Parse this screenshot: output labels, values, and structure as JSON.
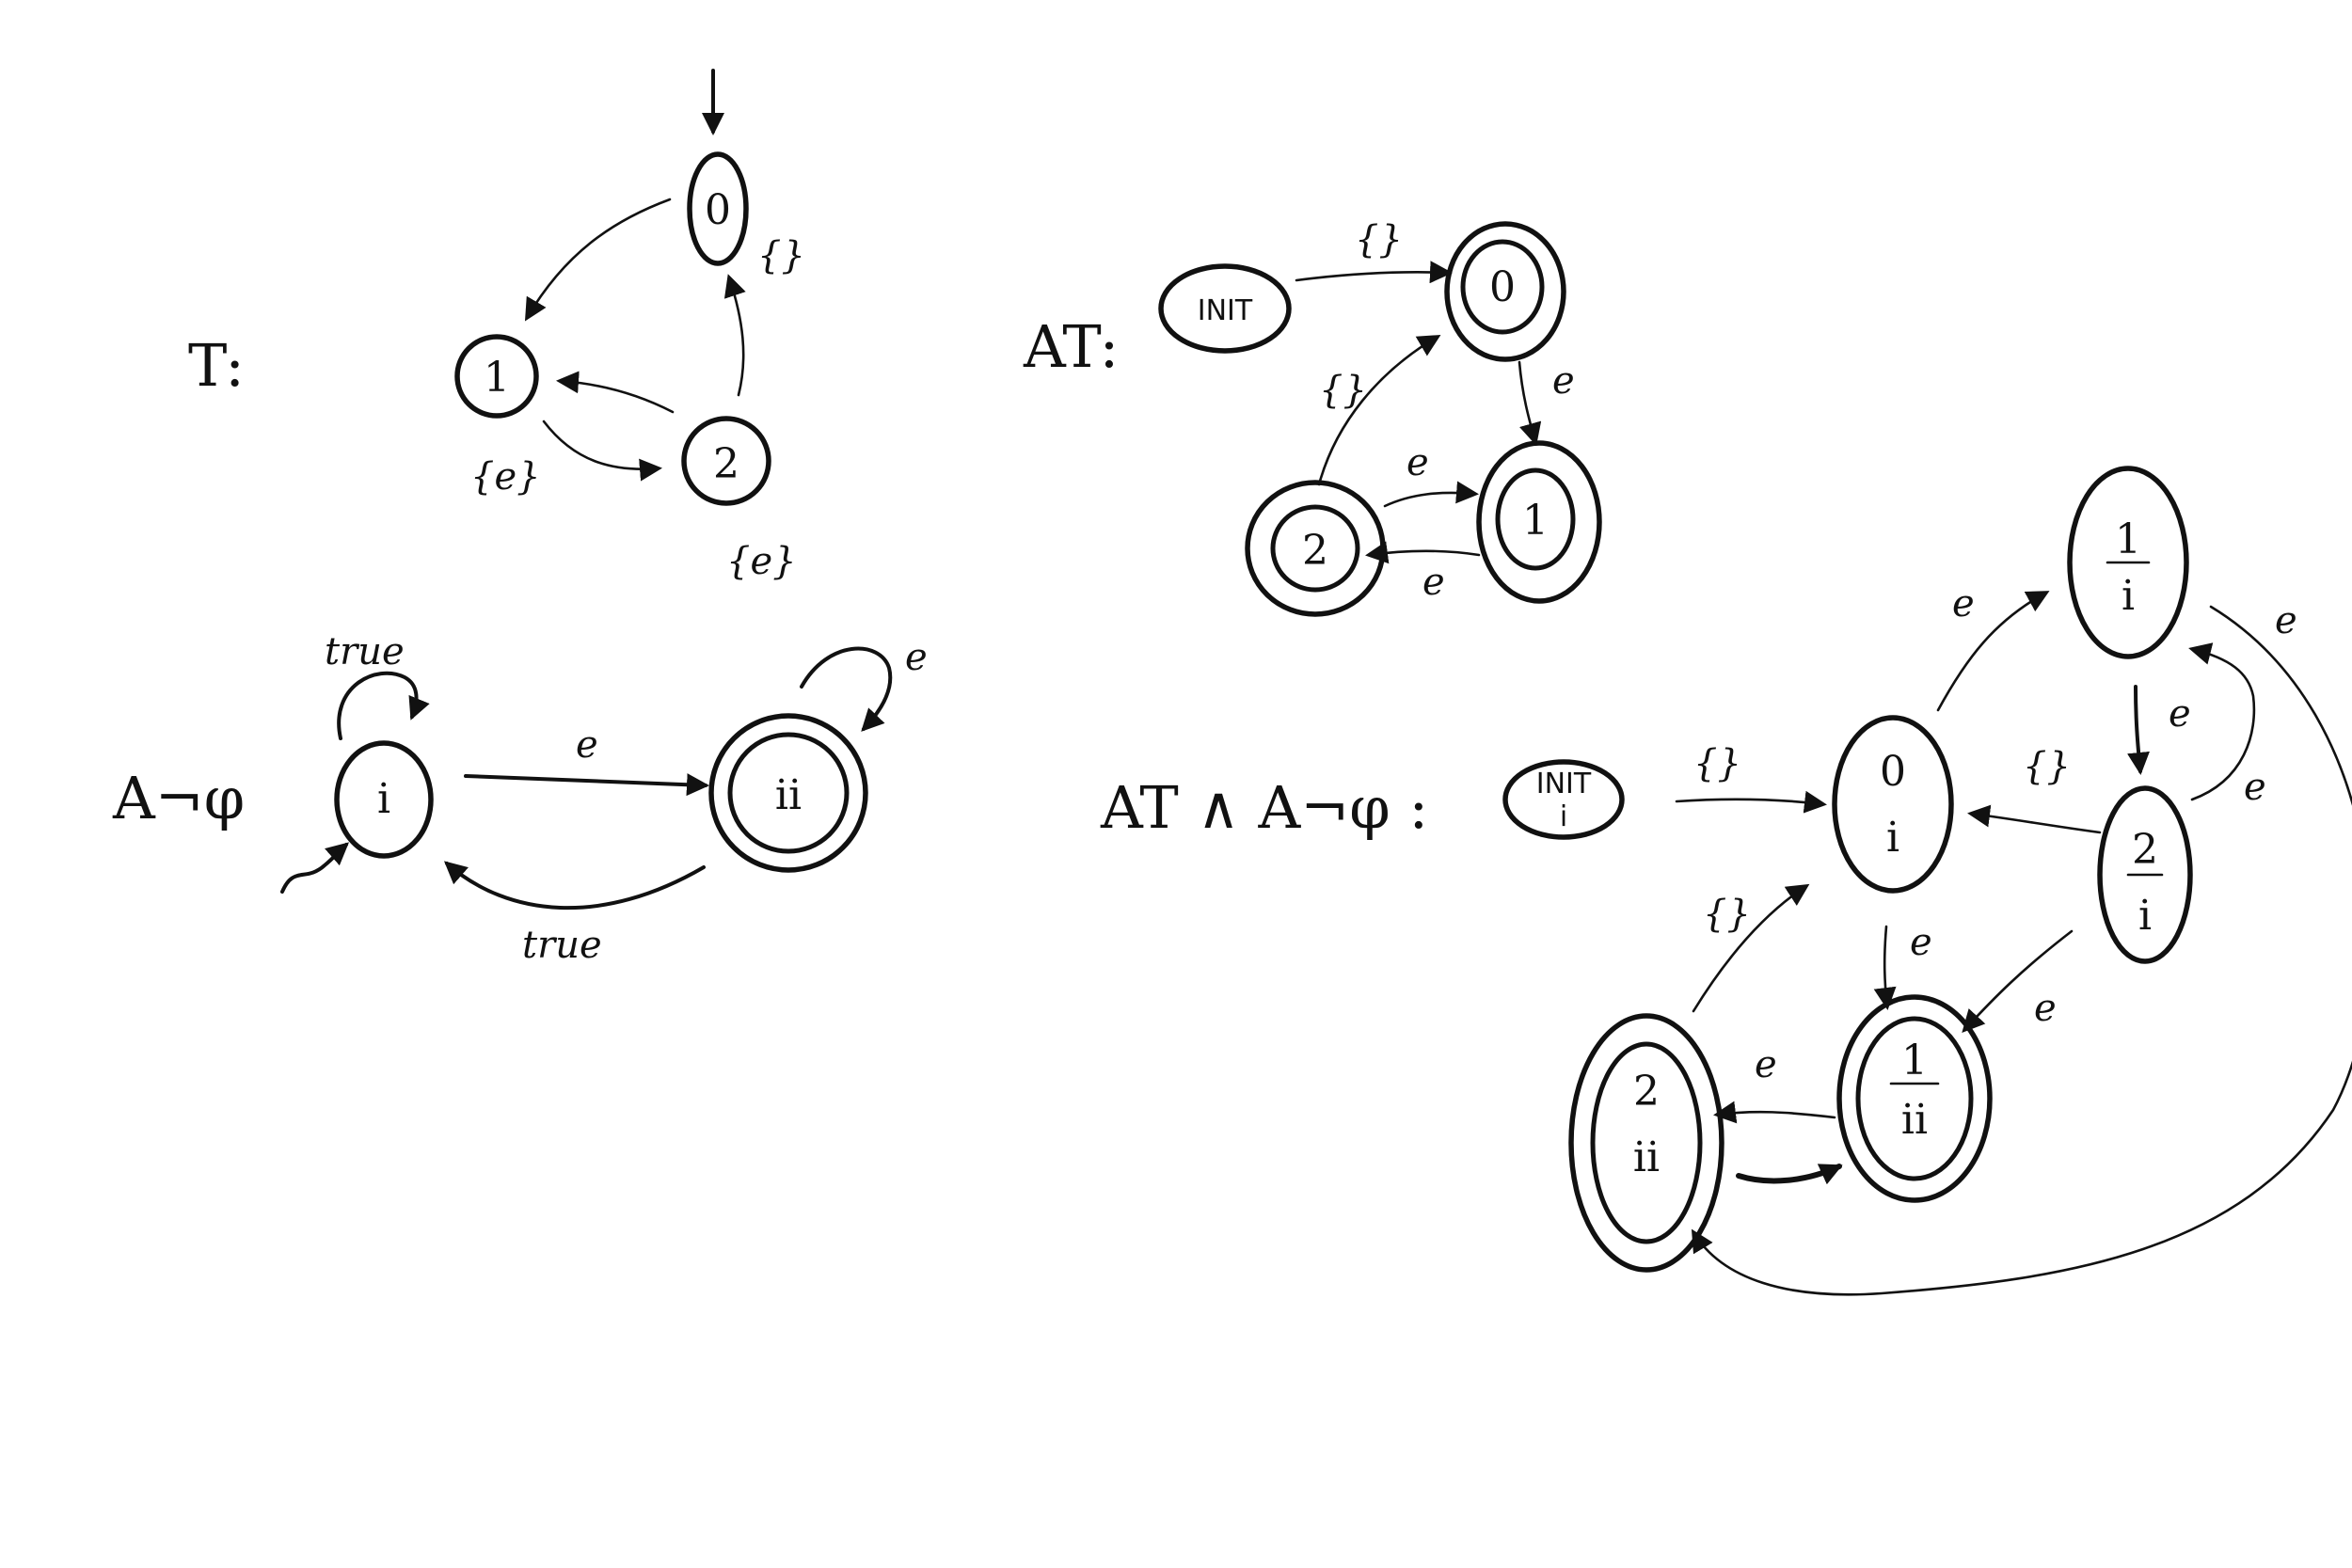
{
  "diagrams": {
    "T": {
      "title": "T:",
      "states": [
        {
          "id": "0",
          "label": "0",
          "props": "{}"
        },
        {
          "id": "1",
          "label": "1",
          "props": "{e}"
        },
        {
          "id": "2",
          "label": "2",
          "props": "{e}"
        }
      ]
    },
    "AT": {
      "title": "AT:",
      "states": [
        {
          "id": "init",
          "label": "INIT"
        },
        {
          "id": "0",
          "label": "0"
        },
        {
          "id": "1",
          "label": "1"
        },
        {
          "id": "2",
          "label": "2"
        }
      ],
      "edges": [
        {
          "id": "init-0",
          "label": "{}"
        },
        {
          "id": "0-1",
          "label": "e"
        },
        {
          "id": "2-1",
          "label": "e"
        },
        {
          "id": "1-2",
          "label": "e"
        },
        {
          "id": "2-0",
          "label": "{}"
        }
      ]
    },
    "Aphi": {
      "title": "A¬φ",
      "states": [
        {
          "id": "i",
          "label": "i"
        },
        {
          "id": "ii",
          "label": "ii"
        }
      ],
      "edges": [
        {
          "id": "i-self",
          "label": "true"
        },
        {
          "id": "i-ii",
          "label": "e"
        },
        {
          "id": "ii-self",
          "label": "e"
        },
        {
          "id": "ii-i",
          "label": "true"
        }
      ]
    },
    "product": {
      "title": "AT ∧ A¬φ :",
      "states": [
        {
          "id": "init",
          "top": "INIT",
          "bottom": "i"
        },
        {
          "id": "0i",
          "top": "0",
          "bottom": "i"
        },
        {
          "id": "1i",
          "top": "1",
          "bottom": "i"
        },
        {
          "id": "2i",
          "top": "2",
          "bottom": "i"
        },
        {
          "id": "1ii",
          "top": "1",
          "bottom": "ii"
        },
        {
          "id": "2ii",
          "top": "2",
          "bottom": "ii"
        }
      ],
      "edges": [
        {
          "id": "init-0i",
          "label": "{}"
        },
        {
          "id": "0i-1i",
          "label": "e"
        },
        {
          "id": "1i-ii2",
          "label": "e"
        },
        {
          "id": "1i-2i",
          "label": "e"
        },
        {
          "id": "2i-1i",
          "label": "e"
        },
        {
          "id": "2i-0i",
          "label": "{}"
        },
        {
          "id": "0i-1ii",
          "label": "e"
        },
        {
          "id": "2i-1ii",
          "label": "e"
        },
        {
          "id": "1ii-2ii",
          "label": "e"
        },
        {
          "id": "2ii-0i",
          "label": "{}"
        }
      ]
    }
  }
}
